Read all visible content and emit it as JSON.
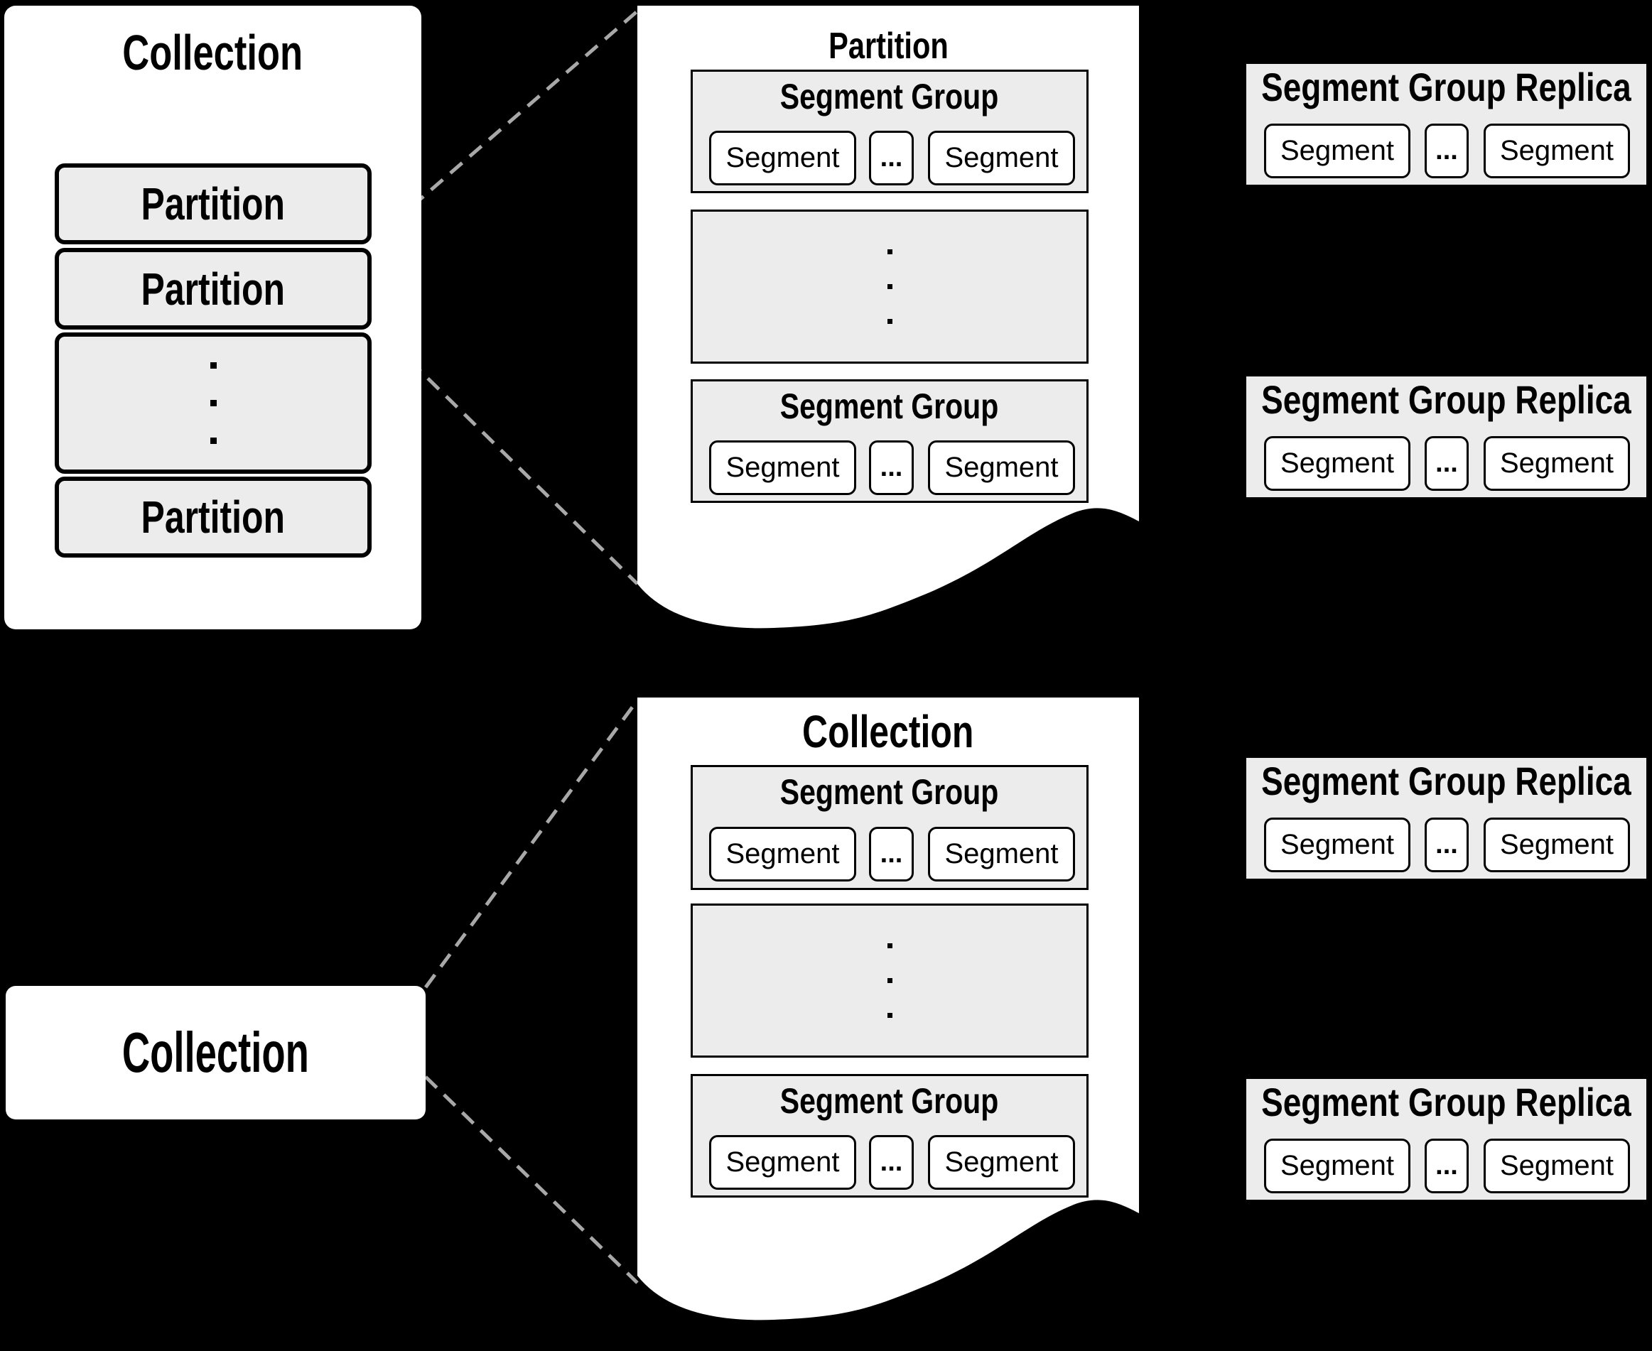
{
  "colors": {
    "background": "#000000",
    "panel_fill": "#ffffff",
    "group_fill": "#ececec",
    "segment_fill": "#ffffff",
    "border": "#000000",
    "dashed_line": "#a8a8a8"
  },
  "left_panel": {
    "title": "Collection",
    "partitions": [
      {
        "label": "Partition"
      },
      {
        "label": "Partition"
      },
      {
        "label": "Partition"
      }
    ]
  },
  "zoom_top": {
    "title": "Partition",
    "groups": [
      {
        "title": "Segment Group",
        "segments": [
          "Segment",
          "Segment"
        ],
        "ellipsis": "..."
      },
      {
        "title": "Segment Group",
        "segments": [
          "Segment",
          "Segment"
        ],
        "ellipsis": "..."
      }
    ]
  },
  "bottom_collection": {
    "title": "Collection"
  },
  "zoom_bottom": {
    "title": "Collection",
    "groups": [
      {
        "title": "Segment Group",
        "segments": [
          "Segment",
          "Segment"
        ],
        "ellipsis": "..."
      },
      {
        "title": "Segment Group",
        "segments": [
          "Segment",
          "Segment"
        ],
        "ellipsis": "..."
      }
    ]
  },
  "replicas": [
    {
      "title": "Segment Group Replica",
      "segments": [
        "Segment",
        "Segment"
      ],
      "ellipsis": "..."
    },
    {
      "title": "Segment Group Replica",
      "segments": [
        "Segment",
        "Segment"
      ],
      "ellipsis": "..."
    },
    {
      "title": "Segment Group Replica",
      "segments": [
        "Segment",
        "Segment"
      ],
      "ellipsis": "..."
    },
    {
      "title": "Segment Group Replica",
      "segments": [
        "Segment",
        "Segment"
      ],
      "ellipsis": "..."
    }
  ]
}
